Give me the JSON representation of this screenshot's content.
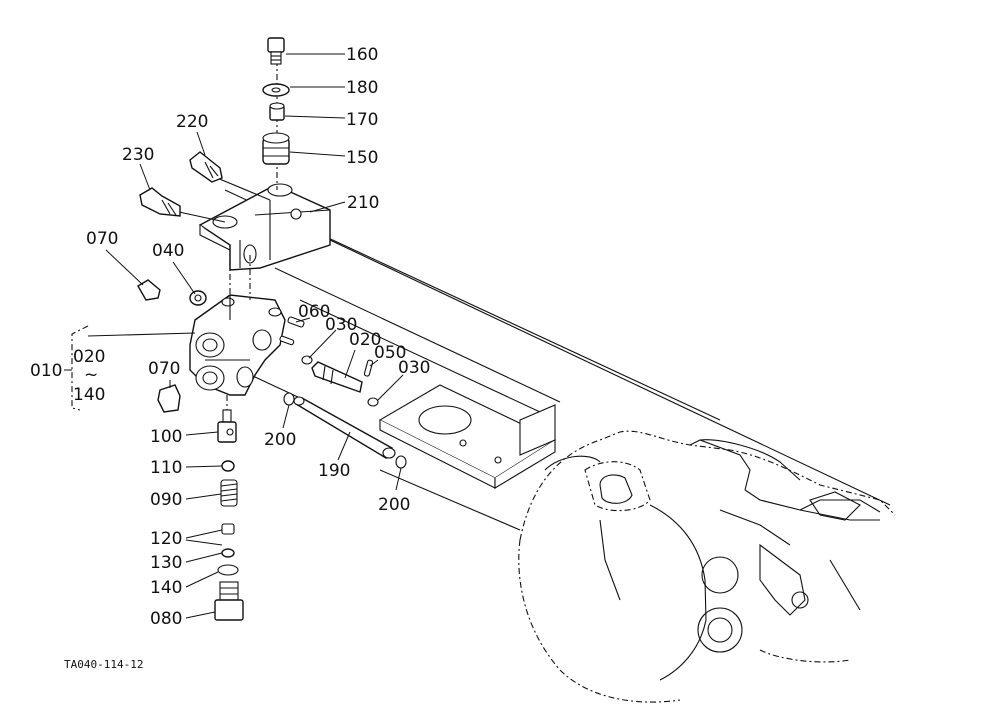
{
  "drawing_ref": "TA040-114-12",
  "group": {
    "main": "010",
    "sub_top": "020",
    "sub_bottom": "140"
  },
  "callouts": {
    "c160": "160",
    "c180": "180",
    "c170": "170",
    "c150": "150",
    "c210": "210",
    "c220": "220",
    "c230": "230",
    "c070a": "070",
    "c040": "040",
    "c060": "060",
    "c030a": "030",
    "c020": "020",
    "c050": "050",
    "c030b": "030",
    "c070b": "070",
    "c100": "100",
    "c110": "110",
    "c090": "090",
    "c120": "120",
    "c130": "130",
    "c140": "140",
    "c080": "080",
    "c200a": "200",
    "c190": "190",
    "c200b": "200"
  }
}
